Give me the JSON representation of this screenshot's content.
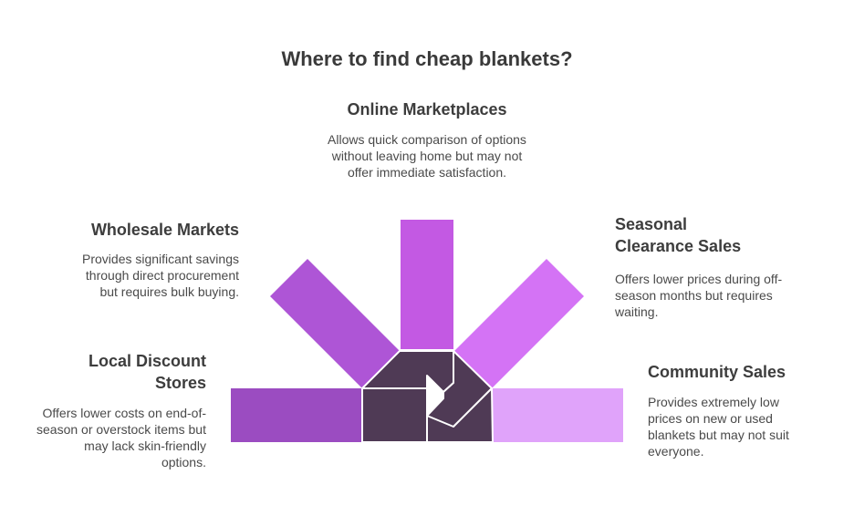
{
  "title": "Where to find cheap blankets?",
  "items": [
    {
      "heading": "Online Marketplaces",
      "description": "Allows quick comparison of options without leaving home but may not offer immediate satisfaction.",
      "color": "#c359e3"
    },
    {
      "heading": "Wholesale Markets",
      "description": "Provides significant savings through direct procurement but requires bulk buying.",
      "color": "#ae55d6"
    },
    {
      "heading": "Seasonal Clearance Sales",
      "description": "Offers lower prices during off-season months but requires waiting.",
      "color": "#d473f5"
    },
    {
      "heading": "Local Discount Stores",
      "description": "Offers lower costs on end-of-season or overstock items but may lack skin-friendly options.",
      "color": "#9b4cc1"
    },
    {
      "heading": "Community Sales",
      "description": "Provides extremely low prices on new or used blankets but may not suit everyone.",
      "color": "#e0a3fa"
    }
  ],
  "center_color": "#4f3a55"
}
